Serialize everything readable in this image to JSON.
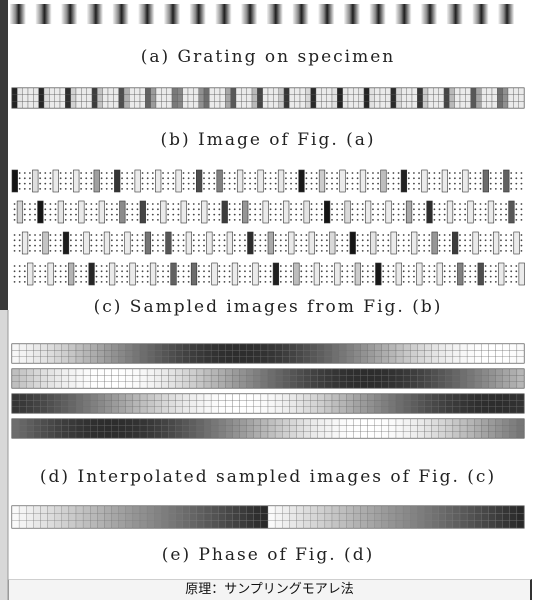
{
  "figure": {
    "captions": {
      "a": "(a) Grating on specimen",
      "b": "(b) Image of Fig. (a)",
      "c": "(c) Sampled images from Fig. (b)",
      "d": "(d) Interpolated sampled images of Fig. (c)",
      "e": "(e) Phase of Fig. (d)"
    },
    "panel_c_rows": 4,
    "panel_d_rows": 4,
    "colors": {
      "ink": "#222222",
      "background": "#ffffff",
      "caption_bar": "#f4f4f4"
    }
  },
  "caption_bar": {
    "text": "原理：サンプリングモアレ法"
  }
}
